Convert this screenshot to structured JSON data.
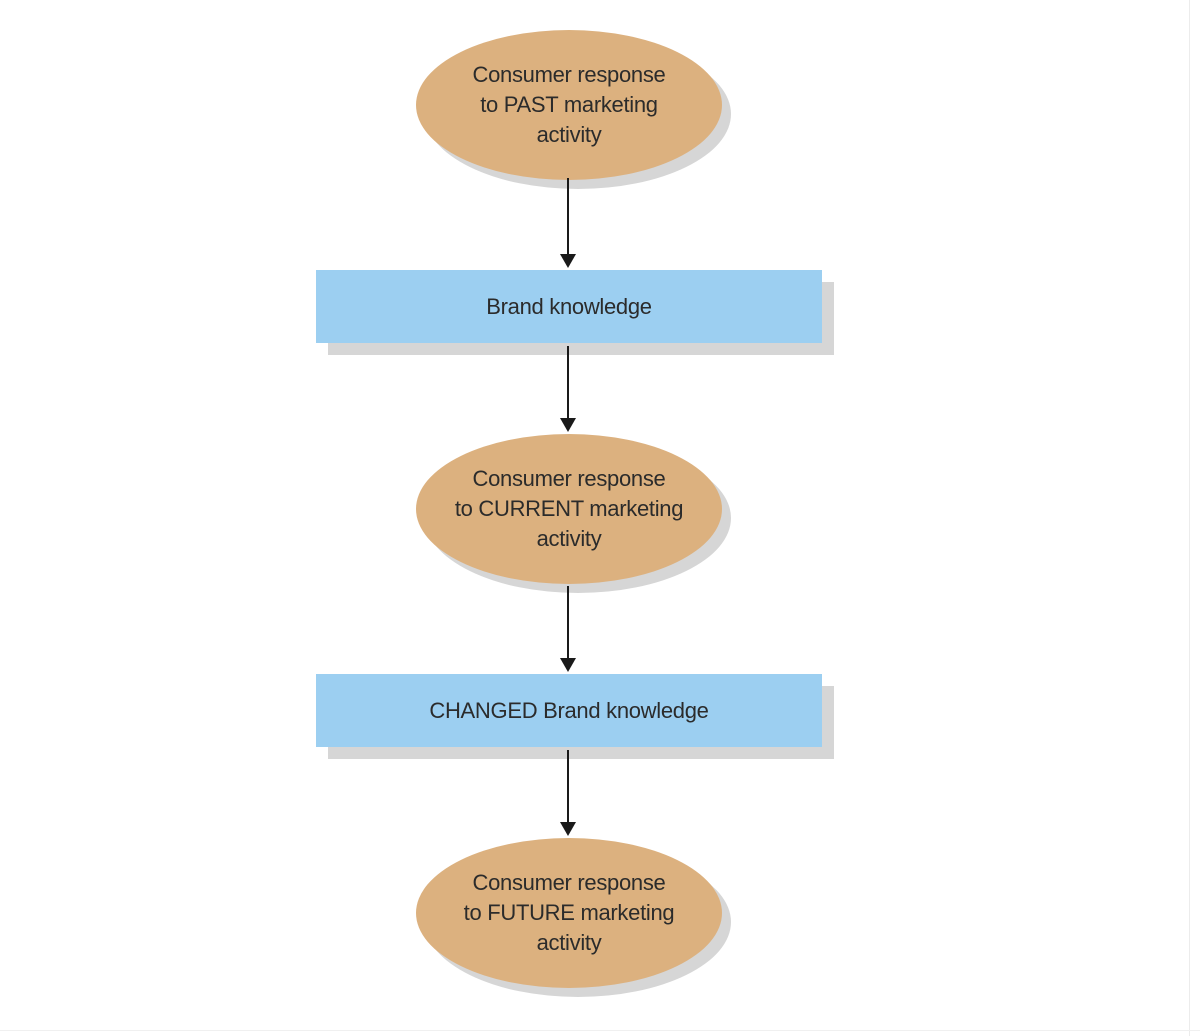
{
  "diagram": {
    "nodes": [
      {
        "id": "past",
        "shape": "ellipse",
        "label_lines": [
          "Consumer response",
          "to PAST marketing",
          "activity"
        ]
      },
      {
        "id": "brand",
        "shape": "rect",
        "label": "Brand knowledge"
      },
      {
        "id": "current",
        "shape": "ellipse",
        "label_lines": [
          "Consumer response",
          "to CURRENT marketing",
          "activity"
        ]
      },
      {
        "id": "changed",
        "shape": "rect",
        "label": "CHANGED Brand knowledge"
      },
      {
        "id": "future",
        "shape": "ellipse",
        "label_lines": [
          "Consumer response",
          "to FUTURE marketing",
          "activity"
        ]
      }
    ],
    "edges": [
      {
        "from": "past",
        "to": "brand"
      },
      {
        "from": "brand",
        "to": "current"
      },
      {
        "from": "current",
        "to": "changed"
      },
      {
        "from": "changed",
        "to": "future"
      }
    ],
    "colors": {
      "ellipse_fill": "#dcb17f",
      "rect_fill": "#9ccff1",
      "shadow": "#d6d6d6",
      "arrow": "#1a1a1a",
      "text": "#2b2b2b"
    }
  }
}
